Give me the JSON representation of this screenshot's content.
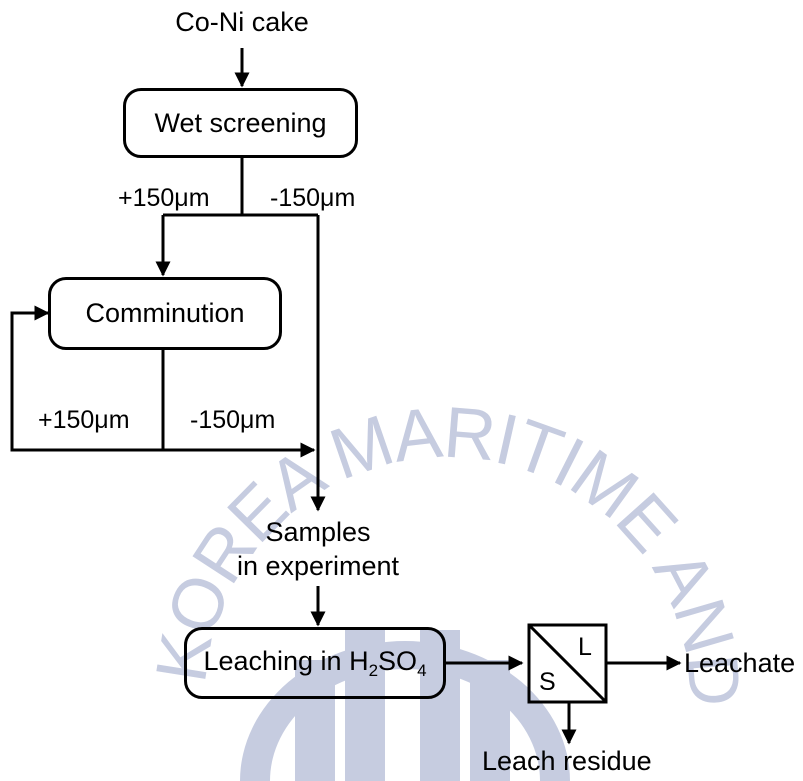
{
  "diagram": {
    "feed": "Co-Ni cake",
    "wet_screening": "Wet screening",
    "screen_oversize": "+150μm",
    "screen_undersize": "-150μm",
    "comminution": "Comminution",
    "comm_oversize": "+150μm",
    "comm_undersize": "-150μm",
    "samples_line1": "Samples",
    "samples_line2": "in experiment",
    "leaching_prefix": "Leaching in H",
    "leaching_sub1": "2",
    "leaching_mid": "SO",
    "leaching_sub2": "4",
    "separator_liquid": "L",
    "separator_solid": "S",
    "leachate": "Leachate",
    "leach_residue": "Leach residue"
  },
  "watermark": {
    "arc_text": "KOREA MARITIME AND OCEAN UNIVERSITY",
    "color": "#b9c0d8"
  }
}
